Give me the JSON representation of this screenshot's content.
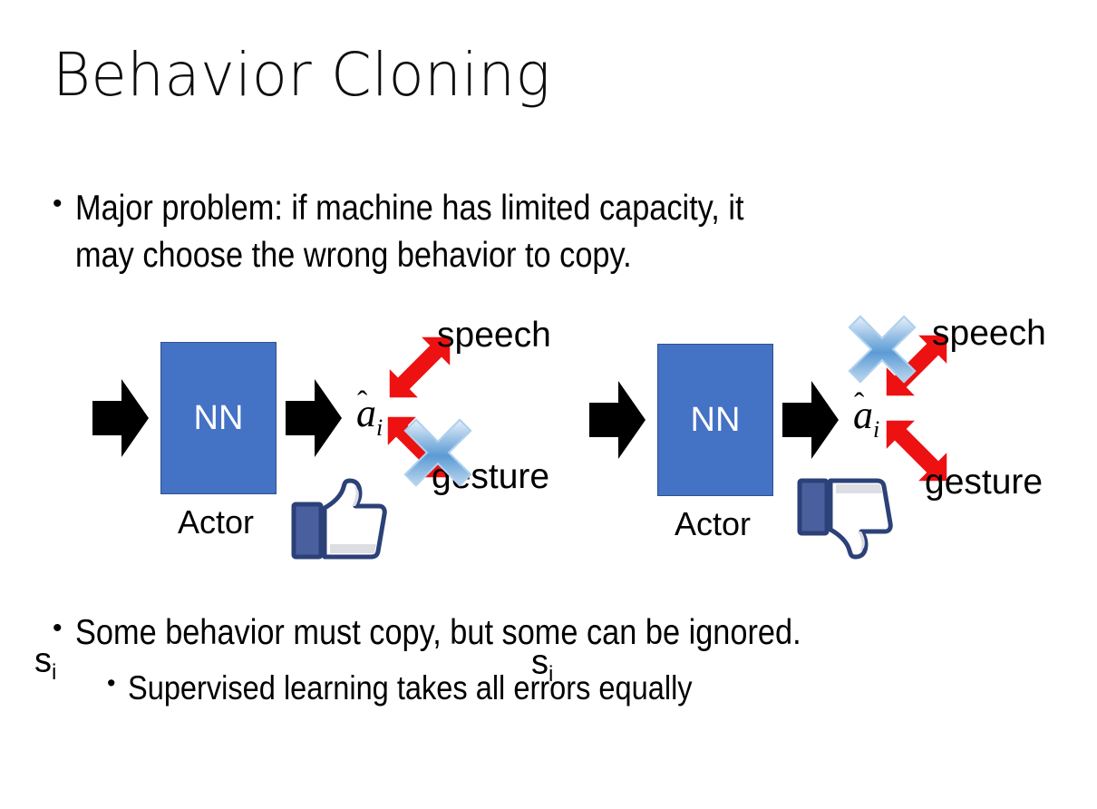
{
  "slide": {
    "title": "Behavior Cloning",
    "background_color": "#FFFFFF"
  },
  "bullets": {
    "top": {
      "marker": "•",
      "text": "Major problem: if machine has limited capacity, it\nmay choose the wrong behavior to copy."
    },
    "bottom": {
      "marker": "•",
      "text": "Some behavior must copy, but some can be ignored."
    },
    "sub": {
      "marker": "•",
      "text": "Supervised learning takes all errors equally"
    }
  },
  "diagrams": [
    {
      "id": "left",
      "state_label": "s",
      "state_subscript": "i",
      "network_label": "NN",
      "network_caption": "Actor",
      "action_label": "a",
      "action_subscript": "i",
      "action_hat": "ˆ",
      "output_top": "speech",
      "output_bottom": "gesture",
      "crossed_output": "gesture",
      "feedback_icon": "thumbs-up-icon",
      "feedback_sentiment": "positive"
    },
    {
      "id": "right",
      "state_label": "s",
      "state_subscript": "i",
      "network_label": "NN",
      "network_caption": "Actor",
      "action_label": "a",
      "action_subscript": "i",
      "action_hat": "ˆ",
      "output_top": "speech",
      "output_bottom": "gesture",
      "crossed_output": "speech",
      "feedback_icon": "thumbs-down-icon",
      "feedback_sentiment": "negative"
    }
  ],
  "colors": {
    "network_fill": "#4472C4",
    "network_border": "#2F528F",
    "arrow_black": "#000000",
    "arrow_red": "#EE1111",
    "x_mark_blue": "#5B9BD5",
    "thumb_outline": "#3B5998",
    "text": "#000000"
  }
}
